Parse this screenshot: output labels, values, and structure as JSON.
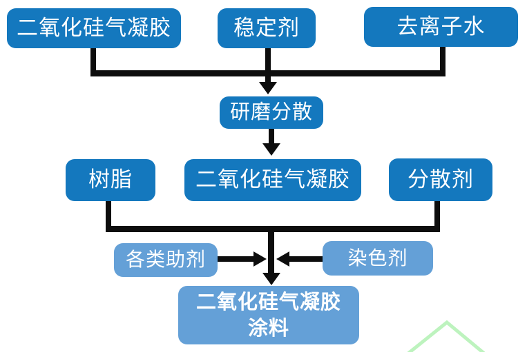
{
  "colors": {
    "box_primary": "#1478BE",
    "box_light": "#64A0D7",
    "connector": "#0d0d0d",
    "text": "#FFFFFF",
    "decoration_green": "#BDF3BE",
    "background": "#FFFFFF"
  },
  "nodes": {
    "silica_aerogel_top": {
      "label": "二氧化硅气凝胶"
    },
    "stabilizer": {
      "label": "稳定剂"
    },
    "deionized_water": {
      "label": "去离子水"
    },
    "grinding_dispersion": {
      "label": "研磨分散"
    },
    "resin": {
      "label": "树脂"
    },
    "silica_aerogel_mid": {
      "label": "二氧化硅气凝胶"
    },
    "dispersant": {
      "label": "分散剂"
    },
    "additives": {
      "label": "各类助剂"
    },
    "colorant": {
      "label": "染色剂"
    },
    "final_product": {
      "label_line1": "二氧化硅气凝胶",
      "label_line2": "涂料"
    }
  },
  "edges": [
    {
      "from": "silica_aerogel_top",
      "to": "grinding_dispersion"
    },
    {
      "from": "stabilizer",
      "to": "grinding_dispersion"
    },
    {
      "from": "deionized_water",
      "to": "grinding_dispersion"
    },
    {
      "from": "grinding_dispersion",
      "to": "silica_aerogel_mid"
    },
    {
      "from": "resin",
      "to": "final_product"
    },
    {
      "from": "silica_aerogel_mid",
      "to": "final_product"
    },
    {
      "from": "dispersant",
      "to": "final_product"
    },
    {
      "from": "additives",
      "to": "final_product"
    },
    {
      "from": "colorant",
      "to": "final_product"
    }
  ]
}
